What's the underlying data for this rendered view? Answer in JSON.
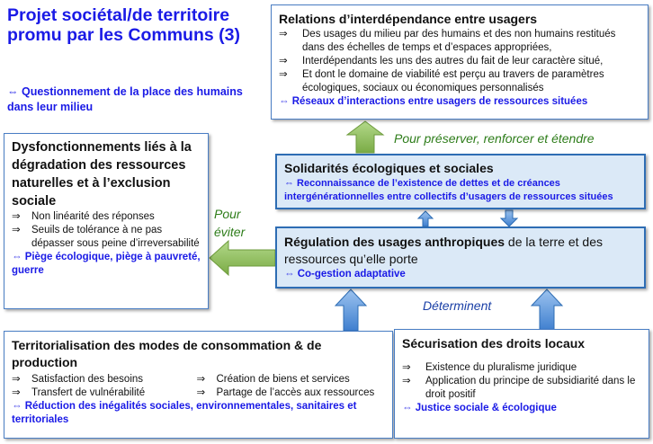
{
  "title": "Projet sociétal/de territoire promu par les Communs (3)",
  "subtitle": "⇔ Questionnement de la place des humains dans leur milieu",
  "relations": {
    "heading": "Relations d’interdépendance entre usagers",
    "bullets": [
      "Des usages du milieu par des humains et des non humains restitués dans des échelles de temps et d’espaces appropriées,",
      "Interdépendants les uns des autres du fait de leur caractère situé,",
      "Et dont le domaine de viabilité est perçu au travers de paramètres écologiques, sociaux ou économiques personnalisés"
    ],
    "link": "⇔ Réseaux d’interactions entre usagers de ressources situées"
  },
  "preserver_label": "Pour préserver, renforcer et étendre",
  "solidarites": {
    "heading": "Solidarités écologiques et sociales",
    "link": "⇔ Reconnaissance de l’existence de dettes et de créances intergénérationnelles entre collectifs d’usagers de ressources situées"
  },
  "dysfonctionnements": {
    "heading": "Dysfonctionnements liés à la dégradation des ressources naturelles et à l’exclusion sociale",
    "bullets": [
      "Non linéarité des réponses",
      "Seuils de tolérance à ne pas dépasser sous peine d’irreversabilité"
    ],
    "link": "⇔ Piège écologique, piège à pauvreté, guerre"
  },
  "pour_eviter_label": [
    "Pour",
    "éviter"
  ],
  "regulation": {
    "heading_bold": "Régulation des usages anthropiques",
    "heading_rest": " de la terre et des ressources qu’elle porte",
    "link": "⇔ Co-gestion adaptative"
  },
  "determinent_label": "Déterminent",
  "territorialisation": {
    "heading": "Territorialisation des modes de consommation & de production",
    "bullets_left": [
      "Satisfaction des besoins",
      "Transfert de vulnérabilité"
    ],
    "bullets_right": [
      "Création de biens et services",
      "Partage de l’accès aux ressources"
    ],
    "link": "⇔ Réduction des inégalités sociales, environnementales, sanitaires et territoriales"
  },
  "securisation": {
    "heading": "Sécurisation des droits locaux",
    "bullets": [
      "Existence du pluralisme juridique",
      "Application du principe de subsidiarité dans le droit positif"
    ],
    "link": "⇔ Justice sociale & écologique"
  },
  "bullet_symbol": "⇒",
  "colors": {
    "accent_blue": "#1a1ae6",
    "green_arrow": "#8dbb5a",
    "blue_arrow": "#4f8ed6",
    "box_fill": "#dbe9f7"
  }
}
